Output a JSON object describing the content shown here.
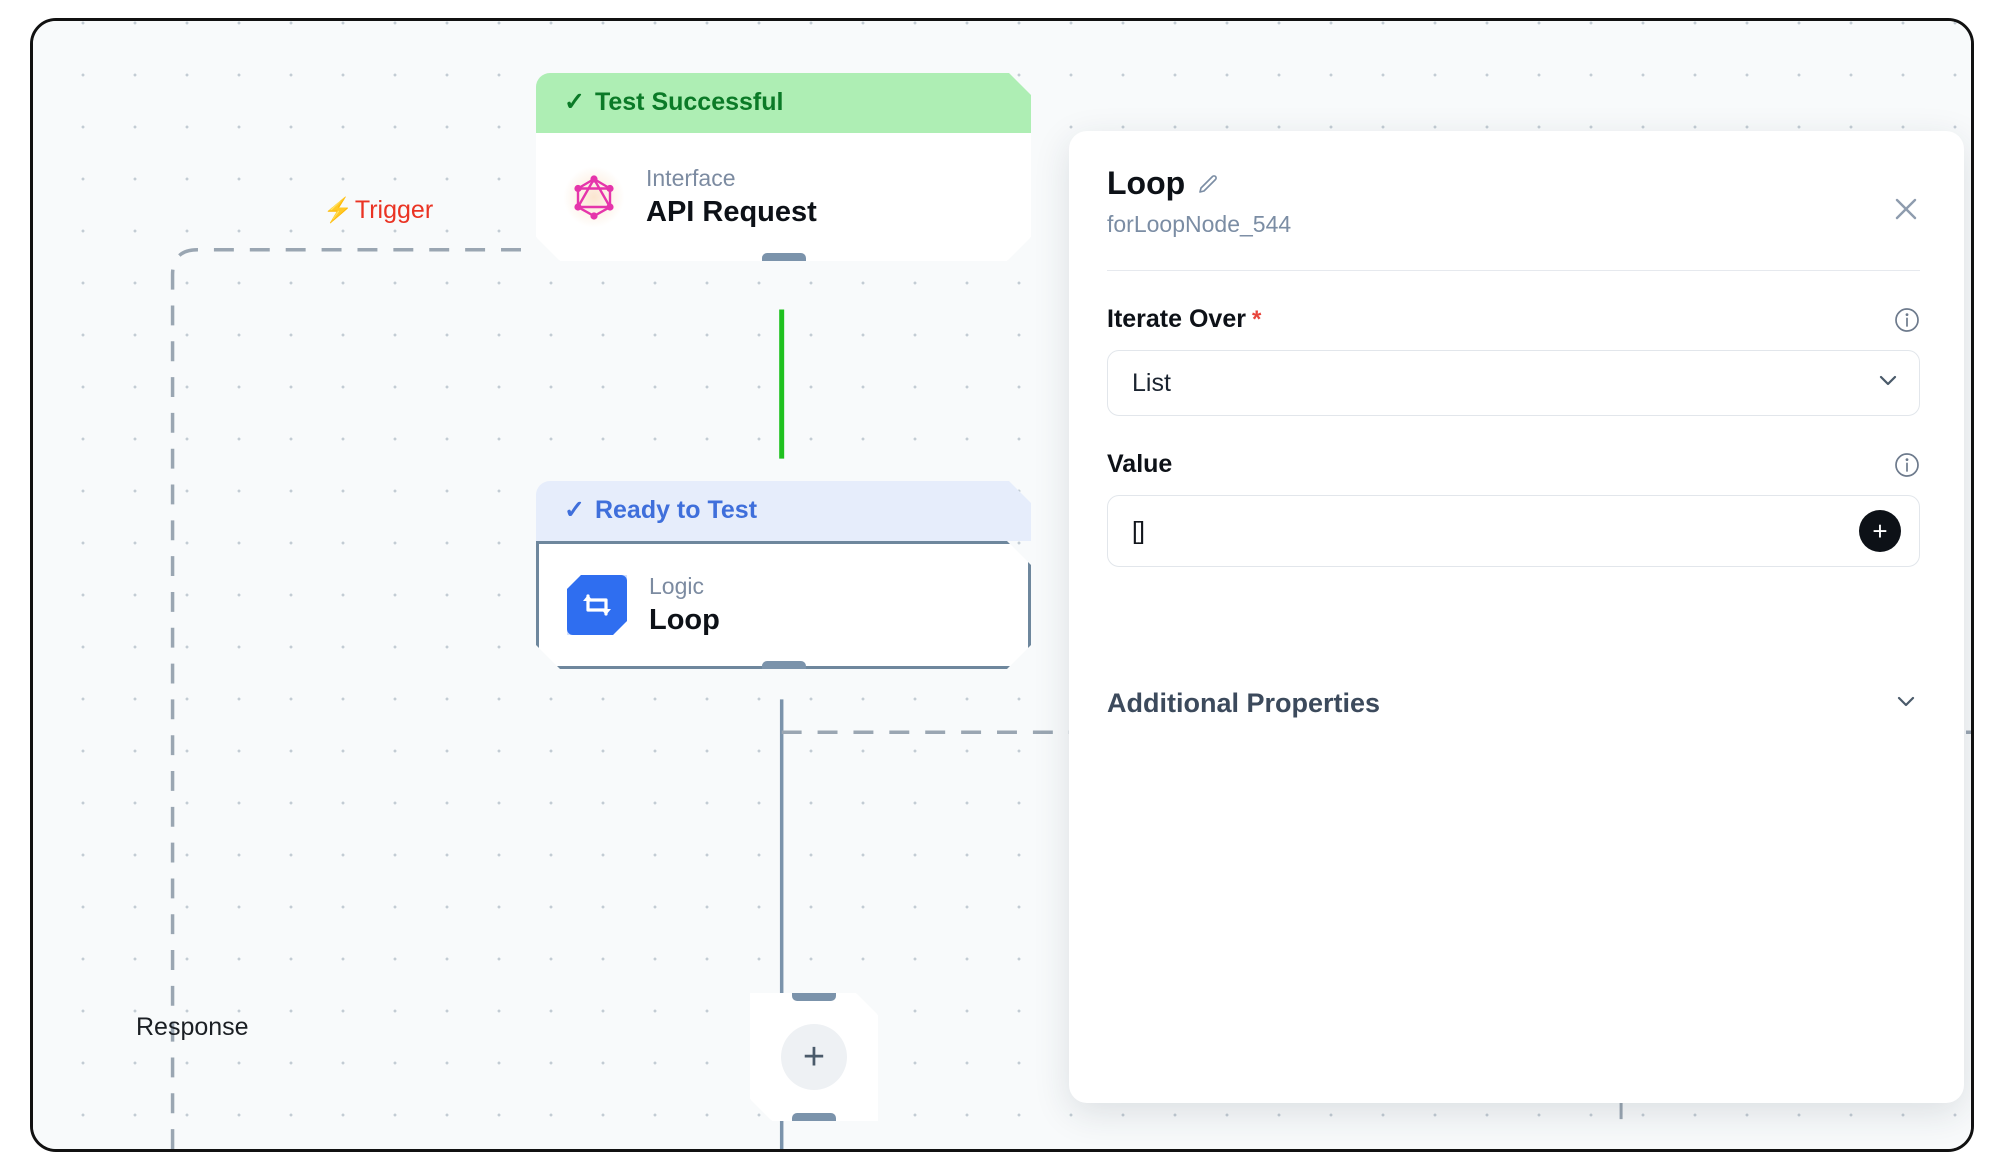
{
  "canvas": {
    "trigger_label": "Trigger",
    "trigger_icon": "lightning-bolt-icon",
    "response_label": "Response"
  },
  "nodes": [
    {
      "status": "Test Successful",
      "status_icon": "check-icon",
      "kind": "Interface",
      "title": "API Request",
      "icon": "graphql-icon"
    },
    {
      "status": "Ready to Test",
      "status_icon": "check-icon",
      "kind": "Logic",
      "title": "Loop",
      "icon": "loop-icon"
    }
  ],
  "add_node": {
    "label": "+"
  },
  "panel": {
    "title": "Loop",
    "edit_icon": "pencil-icon",
    "subtitle": "forLoopNode_544",
    "close_icon": "close-icon",
    "fields": [
      {
        "label": "Iterate Over",
        "required": "*",
        "info_icon": "info-icon",
        "value": "List",
        "chevron_icon": "chevron-down-icon"
      },
      {
        "label": "Value",
        "info_icon": "info-icon",
        "value": "[]",
        "add_label": "+"
      }
    ],
    "additional_properties": {
      "label": "Additional Properties",
      "chevron_icon": "chevron-down-icon"
    }
  },
  "colors": {
    "success_bg": "#aeeeb4",
    "success_text": "#0b7a27",
    "ready_bg": "#e6edfb",
    "ready_text": "#3f6fdb",
    "trigger_red": "#ea3323",
    "edge_green": "#1fc11f",
    "edge_slate": "#7b93ab",
    "accent_blue": "#2f6ef0",
    "graphql_pink": "#e535ab"
  }
}
